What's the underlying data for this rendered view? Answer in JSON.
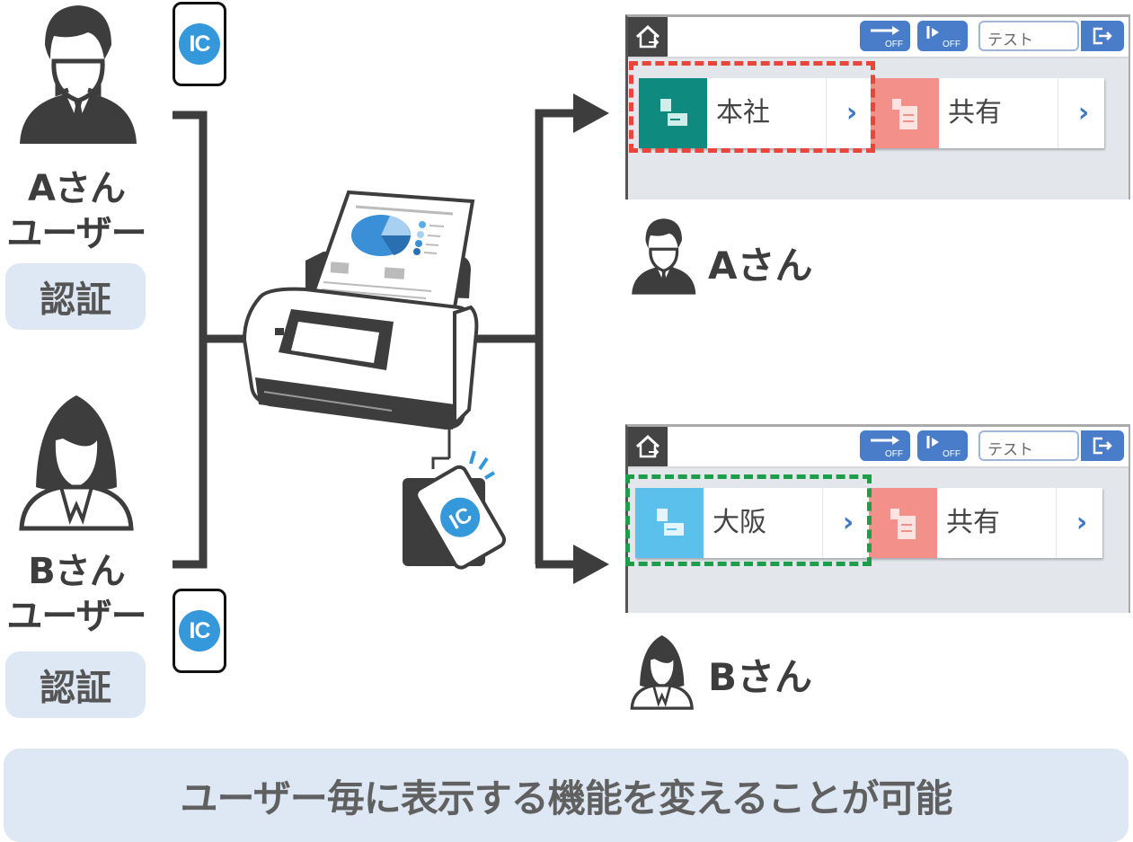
{
  "users": [
    {
      "name": "Aさん",
      "role": "ユーザー",
      "auth_label": "認証",
      "icon": "businessman-icon"
    },
    {
      "name": "Bさん",
      "role": "ユーザー",
      "auth_label": "認証",
      "icon": "businesswoman-icon"
    }
  ],
  "ic_card": {
    "label": "IC"
  },
  "colors": {
    "dark": "#3d3d3d",
    "ic_blue": "#3498db",
    "badge_bg": "#dde8f4",
    "highlight_red": "#e8463c",
    "highlight_green": "#1e9e4a",
    "tile_teal": "#0e8a7e",
    "tile_sky": "#5bc0ec",
    "tile_pink": "#f4908a",
    "toolbar_blue": "#4a7dc9"
  },
  "panels": [
    {
      "user": "Aさん",
      "toolbar": {
        "btn1_label": "OFF",
        "btn2_label": "OFF",
        "user_field": "テスト"
      },
      "tiles": [
        {
          "label": "本社",
          "chevron": "›",
          "highlighted": true
        },
        {
          "label": "共有",
          "chevron": "›",
          "highlighted": false
        }
      ]
    },
    {
      "user": "Bさん",
      "toolbar": {
        "btn1_label": "OFF",
        "btn2_label": "OFF",
        "user_field": "テスト"
      },
      "tiles": [
        {
          "label": "大阪",
          "chevron": "›",
          "highlighted": true
        },
        {
          "label": "共有",
          "chevron": "›",
          "highlighted": false
        }
      ]
    }
  ],
  "footer": {
    "text": "ユーザー毎に表示する機能を変えることが可能"
  }
}
